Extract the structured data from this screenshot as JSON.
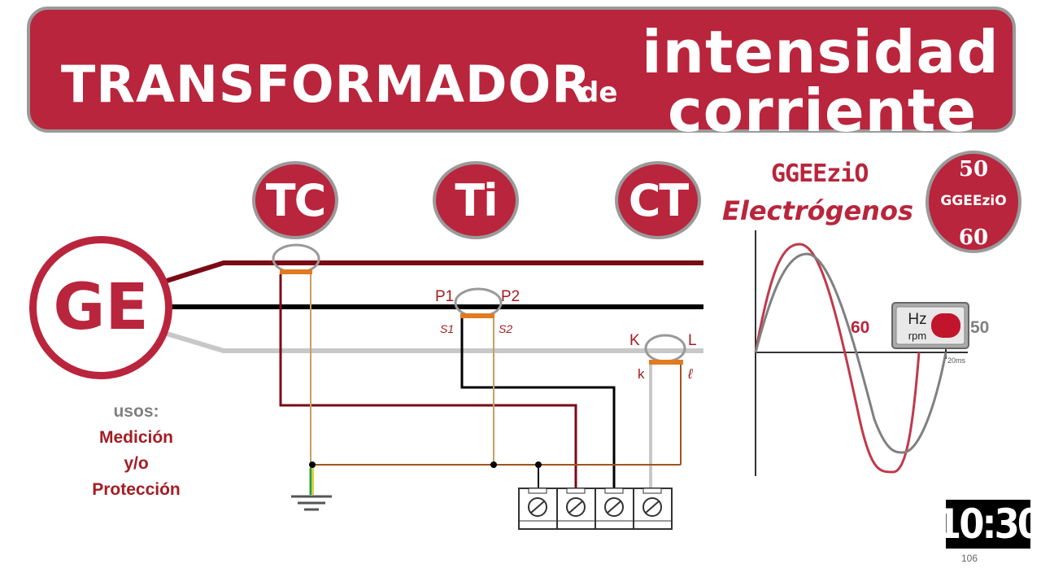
{
  "banner": {
    "main": "TRANSFORMADOR",
    "de": "de",
    "line1": "intensidad",
    "line2": "corriente"
  },
  "badges": [
    "TC",
    "Ti",
    "CT"
  ],
  "generator": "GE",
  "usos": {
    "label": "usos:",
    "lines": [
      "Medición",
      "y/o",
      "Protección"
    ]
  },
  "terminals": {
    "p1": "P1",
    "p2": "P2",
    "s1": "S1",
    "s2": "S2",
    "k_up": "K",
    "l_up": "L",
    "k_low": "k",
    "l_low": "ℓ"
  },
  "brand": {
    "name": "GGEEziO",
    "subtitle": "Electrógenos",
    "circle_top": "50",
    "circle_mid": "GGEEziO",
    "circle_bot": "60"
  },
  "wave_panel": {
    "left_value": "60",
    "right_value": "50",
    "switch_top": "Hz",
    "switch_bottom": "rpm",
    "time_label": "20ms"
  },
  "timer": "10:30",
  "page_number": "106",
  "colors": {
    "brand_red": "#b9253c",
    "dark_red": "#7a0a16",
    "black": "#000000",
    "gray": "#c8c8c8",
    "orange": "#e07b22",
    "brown": "#a0541e"
  }
}
